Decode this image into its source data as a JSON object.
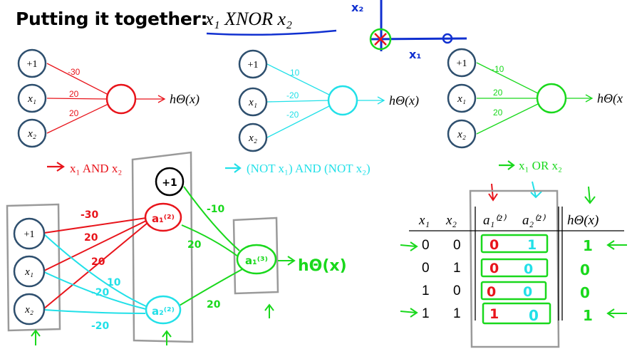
{
  "title": "Putting it together:",
  "title_formula": "x₁ XNOR x₂",
  "sketch_axes": {
    "x_label": "x₁",
    "y_label": "x₂"
  },
  "networks": [
    {
      "bias": "+1",
      "in1": "x₁",
      "in2": "x₂",
      "w0": "-30",
      "w1": "20",
      "w2": "20",
      "output": "hΘ(x)",
      "caption": "x₁ AND x₂"
    },
    {
      "bias": "+1",
      "in1": "x₁",
      "in2": "x₂",
      "w0": "10",
      "w1": "-20",
      "w2": "-20",
      "output": "hΘ(x)",
      "caption": "(NOT x₁) AND (NOT x₂)"
    },
    {
      "bias": "+1",
      "in1": "x₁",
      "in2": "x₂",
      "w0": "-10",
      "w1": "20",
      "w2": "20",
      "output": "hΘ(x",
      "caption": "x₁ OR x₂"
    }
  ],
  "combined": {
    "in_bias": "+1",
    "in1": "x₁",
    "in2": "x₂",
    "hidden_bias": "+1",
    "hidden1": "a₁⁽²⁾",
    "hidden2": "a₂⁽²⁾",
    "out_node": "a₁⁽³⁾",
    "output": "hΘ(x)",
    "w_bias_h1": "-30",
    "w_x1_h1": "20",
    "w_x2_h1": "20",
    "w_bias_h2": "10",
    "w_x1_h2": "-20",
    "w_x2_h2": "-20",
    "w_hb_out": "-10",
    "w_h1_out": "20",
    "w_h2_out": "20"
  },
  "truth_table": {
    "headers": [
      "x₁",
      "x₂",
      "a₁⁽²⁾",
      "a₂⁽²⁾",
      "hΘ(x)"
    ],
    "rows": [
      {
        "x1": "0",
        "x2": "0",
        "a1": "0",
        "a2": "1",
        "h": "1"
      },
      {
        "x1": "0",
        "x2": "1",
        "a1": "0",
        "a2": "0",
        "h": "0"
      },
      {
        "x1": "1",
        "x2": "0",
        "a1": "0",
        "a2": "0",
        "h": "0"
      },
      {
        "x1": "1",
        "x2": "1",
        "a1": "1",
        "a2": "0",
        "h": "1"
      }
    ]
  },
  "colors": {
    "and": "#e8141b",
    "not": "#22e0e8",
    "or": "#19d81c",
    "blue": "#1030d0",
    "node": "#2e4f6e",
    "box": "#9a9a9a"
  }
}
